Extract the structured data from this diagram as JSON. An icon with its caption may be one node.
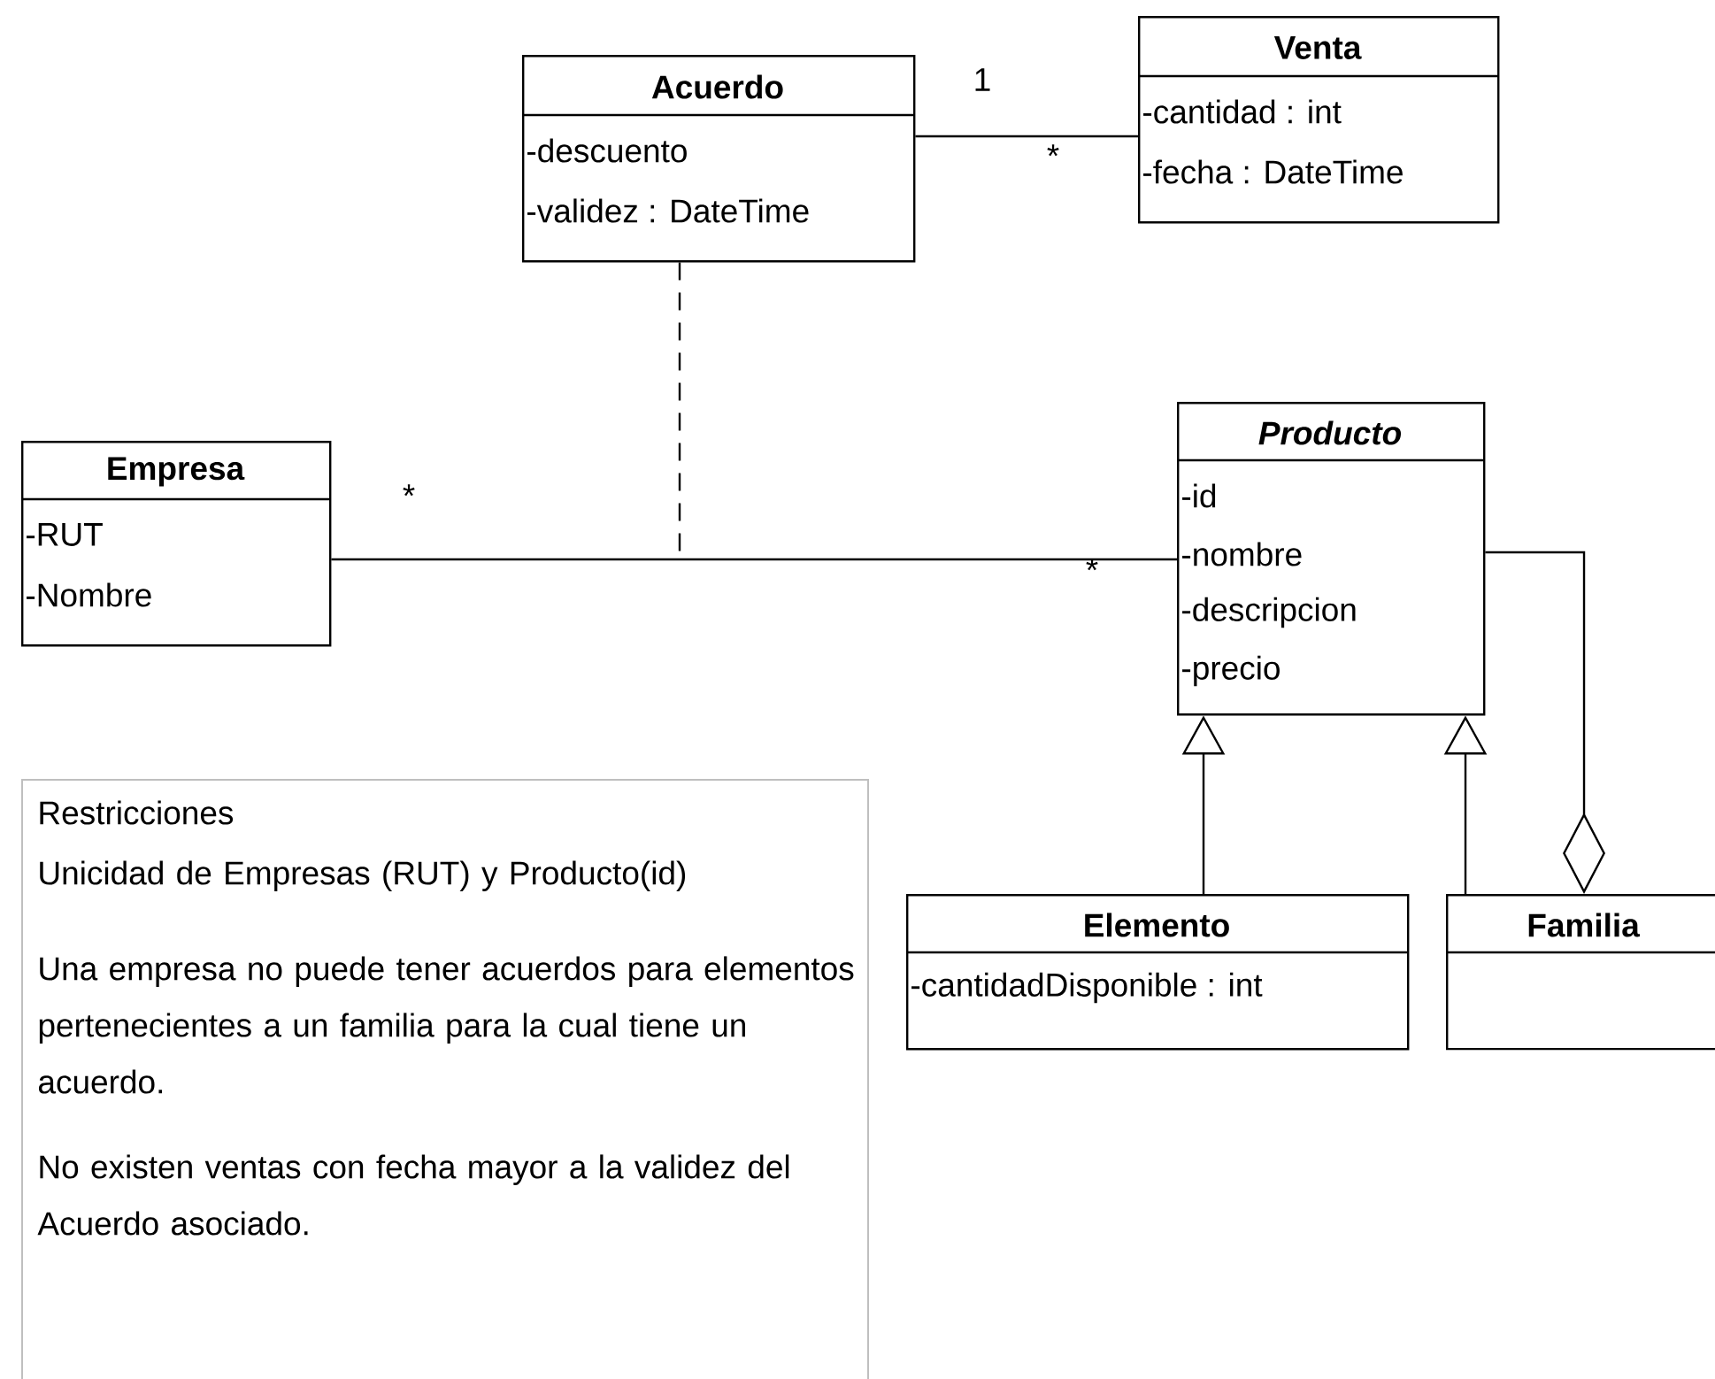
{
  "diagram": {
    "nodes": [
      {
        "text": [
          "Acuerdo",
          "-descuento",
          "-validez : DateTime"
        ]
      },
      {
        "text": [
          "Venta",
          "-cantidad : int",
          "-fecha : DateTime"
        ]
      },
      {
        "text": [
          "Empresa",
          "-RUT",
          "-Nombre"
        ]
      },
      {
        "text": [
          "Producto",
          "-id",
          "-nombre",
          "-descripcion",
          "-precio"
        ]
      },
      {
        "text": [
          "Elemento",
          "-cantidadDisponible : int"
        ]
      },
      {
        "text": [
          "Familia"
        ]
      },
      {
        "text": [
          "Restricciones",
          "Unicidad de Empresas (RUT) y Producto(id)",
          "Una empresa no puede tener acuerdos para elementos pertenecientes a un familia para la cual tiene un acuerdo.",
          "No existen ventas con fecha mayor a la validez del Acuerdo asociado."
        ]
      }
    ],
    "edges": [
      {
        "from": 0,
        "to": 1,
        "arrow": "none"
      },
      {
        "from": 2,
        "to": 3,
        "arrow": "none"
      },
      {
        "from": 0,
        "to": null,
        "arrow": "none",
        "style": "dashed"
      },
      {
        "from": 4,
        "to": 3,
        "arrow": "to"
      },
      {
        "from": 5,
        "to": 3,
        "arrow": "to"
      },
      {
        "from": 3,
        "to": 5,
        "arrow": "other"
      }
    ],
    "labels": [
      "1",
      "*",
      "*",
      "*"
    ]
  }
}
